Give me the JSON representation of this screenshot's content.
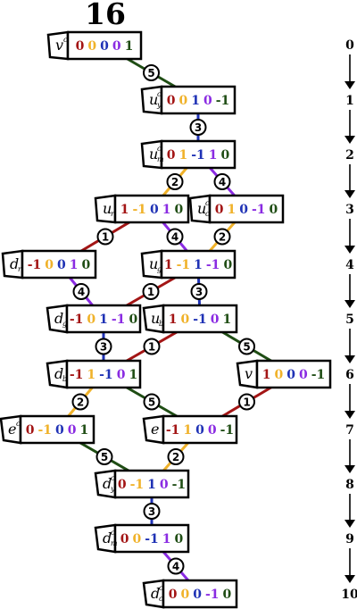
{
  "title": "16",
  "levels": [
    "0",
    "1",
    "2",
    "3",
    "4",
    "5",
    "6",
    "7",
    "8",
    "9",
    "10"
  ],
  "colors": {
    "1": "#a31515",
    "2": "#f0b22a",
    "3": "#1f32b5",
    "4": "#8a2be2",
    "5": "#1f4d14"
  },
  "nodes": [
    {
      "id": "vc",
      "label": "v",
      "sup": "c",
      "sub": "",
      "digits": [
        [
          "0",
          "1"
        ],
        [
          "0",
          "2"
        ],
        [
          "0",
          "3"
        ],
        [
          "0",
          "4"
        ],
        [
          "1",
          "5"
        ]
      ],
      "shape": "left"
    },
    {
      "id": "uyc",
      "label": "u",
      "sup": "c",
      "sub": "y",
      "digits": [
        [
          "0",
          "1"
        ],
        [
          "0",
          "2"
        ],
        [
          "1",
          "3"
        ],
        [
          "0",
          "4"
        ],
        [
          "-1",
          "5"
        ]
      ],
      "shape": "left"
    },
    {
      "id": "umc",
      "label": "u",
      "sup": "c",
      "sub": "m",
      "digits": [
        [
          "0",
          "1"
        ],
        [
          "1",
          "2"
        ],
        [
          "-1",
          "3"
        ],
        [
          "1",
          "4"
        ],
        [
          "0",
          "5"
        ]
      ],
      "shape": "left"
    },
    {
      "id": "ur",
      "label": "u",
      "sup": "",
      "sub": "r",
      "digits": [
        [
          "1",
          "1"
        ],
        [
          "-1",
          "2"
        ],
        [
          "0",
          "3"
        ],
        [
          "1",
          "4"
        ],
        [
          "0",
          "5"
        ]
      ],
      "shape": "left"
    },
    {
      "id": "ucc",
      "label": "u",
      "sup": "c",
      "sub": "c",
      "digits": [
        [
          "0",
          "1"
        ],
        [
          "1",
          "2"
        ],
        [
          "0",
          "3"
        ],
        [
          "-1",
          "4"
        ],
        [
          "0",
          "5"
        ]
      ],
      "shape": "left"
    },
    {
      "id": "dr",
      "label": "d",
      "sup": "",
      "sub": "r",
      "digits": [
        [
          "-1",
          "1"
        ],
        [
          "0",
          "2"
        ],
        [
          "0",
          "3"
        ],
        [
          "1",
          "4"
        ],
        [
          "0",
          "5"
        ]
      ],
      "shape": "left"
    },
    {
      "id": "ug",
      "label": "u",
      "sup": "",
      "sub": "g",
      "digits": [
        [
          "1",
          "1"
        ],
        [
          "-1",
          "2"
        ],
        [
          "1",
          "3"
        ],
        [
          "-1",
          "4"
        ],
        [
          "0",
          "5"
        ]
      ],
      "shape": "left"
    },
    {
      "id": "dg",
      "label": "d",
      "sup": "",
      "sub": "g",
      "digits": [
        [
          "-1",
          "1"
        ],
        [
          "0",
          "2"
        ],
        [
          "1",
          "3"
        ],
        [
          "-1",
          "4"
        ],
        [
          "0",
          "5"
        ]
      ],
      "shape": "right"
    },
    {
      "id": "ub",
      "label": "u",
      "sup": "",
      "sub": "b",
      "digits": [
        [
          "1",
          "1"
        ],
        [
          "0",
          "2"
        ],
        [
          "-1",
          "3"
        ],
        [
          "0",
          "4"
        ],
        [
          "1",
          "5"
        ]
      ],
      "shape": "right"
    },
    {
      "id": "db",
      "label": "d",
      "sup": "",
      "sub": "b",
      "digits": [
        [
          "-1",
          "1"
        ],
        [
          "1",
          "2"
        ],
        [
          "-1",
          "3"
        ],
        [
          "0",
          "4"
        ],
        [
          "1",
          "5"
        ]
      ],
      "shape": "right"
    },
    {
      "id": "v",
      "label": "v",
      "sup": "",
      "sub": "",
      "digits": [
        [
          "1",
          "1"
        ],
        [
          "0",
          "2"
        ],
        [
          "0",
          "3"
        ],
        [
          "0",
          "4"
        ],
        [
          "-1",
          "5"
        ]
      ],
      "shape": "right"
    },
    {
      "id": "ec",
      "label": "e",
      "sup": "c",
      "sub": "",
      "digits": [
        [
          "0",
          "1"
        ],
        [
          "-1",
          "2"
        ],
        [
          "0",
          "3"
        ],
        [
          "0",
          "4"
        ],
        [
          "1",
          "5"
        ]
      ],
      "shape": "right"
    },
    {
      "id": "e",
      "label": "e",
      "sup": "",
      "sub": "",
      "digits": [
        [
          "-1",
          "1"
        ],
        [
          "1",
          "2"
        ],
        [
          "0",
          "3"
        ],
        [
          "0",
          "4"
        ],
        [
          "-1",
          "5"
        ]
      ],
      "shape": "right"
    },
    {
      "id": "dyc",
      "label": "d",
      "sup": "c",
      "sub": "y",
      "digits": [
        [
          "0",
          "1"
        ],
        [
          "-1",
          "2"
        ],
        [
          "1",
          "3"
        ],
        [
          "0",
          "4"
        ],
        [
          "-1",
          "5"
        ]
      ],
      "shape": "right"
    },
    {
      "id": "dmc",
      "label": "d",
      "sup": "c",
      "sub": "m",
      "digits": [
        [
          "0",
          "1"
        ],
        [
          "0",
          "2"
        ],
        [
          "-1",
          "3"
        ],
        [
          "1",
          "4"
        ],
        [
          "0",
          "5"
        ]
      ],
      "shape": "right"
    },
    {
      "id": "dcc",
      "label": "d",
      "sup": "c",
      "sub": "c",
      "digits": [
        [
          "0",
          "1"
        ],
        [
          "0",
          "2"
        ],
        [
          "0",
          "3"
        ],
        [
          "-1",
          "4"
        ],
        [
          "0",
          "5"
        ]
      ],
      "shape": "right"
    }
  ],
  "edges": [
    {
      "from": "vc",
      "to": "uyc",
      "label": "5"
    },
    {
      "from": "uyc",
      "to": "umc",
      "label": "3"
    },
    {
      "from": "umc",
      "to": "ur",
      "label": "2"
    },
    {
      "from": "umc",
      "to": "ucc",
      "label": "4"
    },
    {
      "from": "ur",
      "to": "dr",
      "label": "1"
    },
    {
      "from": "ur",
      "to": "ug",
      "label": "4"
    },
    {
      "from": "ucc",
      "to": "ug",
      "label": "2"
    },
    {
      "from": "dr",
      "to": "dg",
      "label": "4"
    },
    {
      "from": "ug",
      "to": "dg",
      "label": "1"
    },
    {
      "from": "ug",
      "to": "ub",
      "label": "3"
    },
    {
      "from": "dg",
      "to": "db",
      "label": "3"
    },
    {
      "from": "ub",
      "to": "db",
      "label": "1"
    },
    {
      "from": "ub",
      "to": "v",
      "label": "5"
    },
    {
      "from": "db",
      "to": "ec",
      "label": "2"
    },
    {
      "from": "db",
      "to": "e",
      "label": "5"
    },
    {
      "from": "v",
      "to": "e",
      "label": "1"
    },
    {
      "from": "ec",
      "to": "dyc",
      "label": "5"
    },
    {
      "from": "e",
      "to": "dyc",
      "label": "2"
    },
    {
      "from": "dyc",
      "to": "dmc",
      "label": "3"
    },
    {
      "from": "dmc",
      "to": "dcc",
      "label": "4"
    }
  ]
}
